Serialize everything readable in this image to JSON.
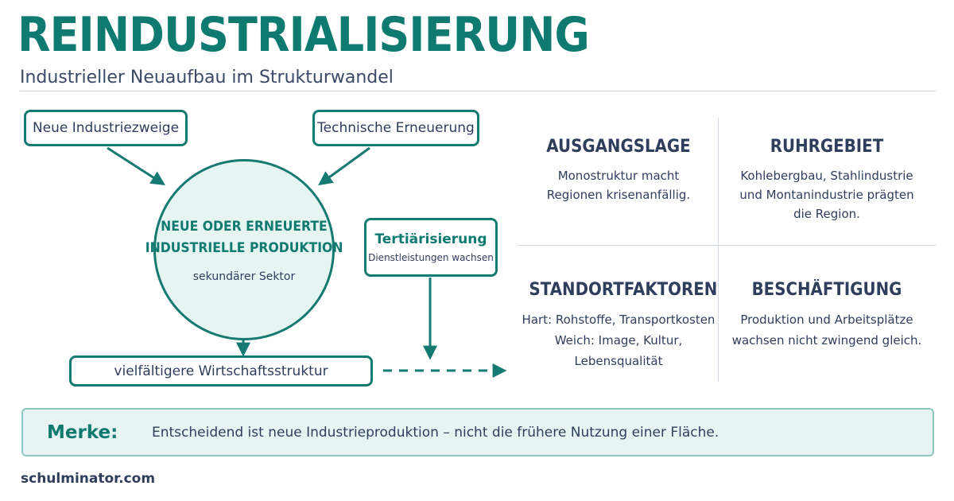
{
  "header": {
    "title": "REINDUSTRIALISIERUNG",
    "subtitle": "Industrieller Neuaufbau im Strukturwandel"
  },
  "diagram": {
    "box_new_branches": "Neue Industriezweige",
    "box_tech_renewal": "Technische Erneuerung",
    "center": {
      "line1": "NEUE ODER ERNEUERTE",
      "line2": "INDUSTRIELLE PRODUKTION",
      "sub": "sekundärer Sektor"
    },
    "tertiary": {
      "title": "Tertiärisierung",
      "sub": "Dienstleistungen wachsen"
    },
    "result": "vielfältigere Wirtschaftsstruktur"
  },
  "grid": [
    {
      "title": "AUSGANGSLAGE",
      "lines": [
        "Monostruktur macht",
        "Regionen krisenanfällig."
      ]
    },
    {
      "title": "RUHRGEBIET",
      "lines": [
        "Kohlebergbau, Stahlindustrie",
        "und Montanindustrie prägten",
        "die Region."
      ]
    },
    {
      "title": "STANDORTFAKTOREN",
      "lines": [
        "Hart: Rohstoffe, Transportkosten",
        "Weich: Image, Kultur, Lebensqualität"
      ]
    },
    {
      "title": "BESCHÄFTIGUNG",
      "lines": [
        "Produktion und Arbeitsplätze",
        "wachsen nicht zwingend gleich."
      ]
    }
  ],
  "merke": {
    "label": "Merke:",
    "text": "Entscheidend ist neue Industrieproduktion – nicht die frühere Nutzung einer Fläche."
  },
  "footer": "schulminator.com",
  "colors": {
    "accent": "#0f7a70",
    "text": "#2f3e5c",
    "circle_fill": "#e6f4f2",
    "merke_fill": "#e7f4f3"
  }
}
